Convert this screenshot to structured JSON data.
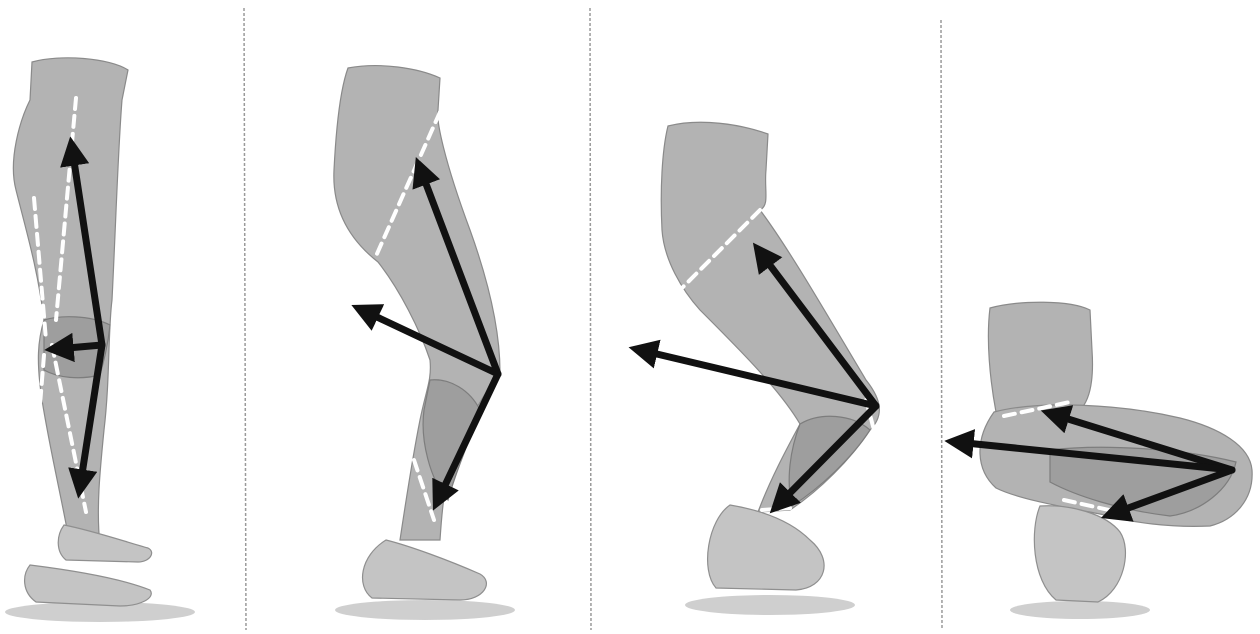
{
  "figure": {
    "panel_count": 4,
    "colors": {
      "background": "#ffffff",
      "leg": "#b3b3b3",
      "force_arrow": "#111111",
      "alignment_guide": "#ffffff",
      "divider": "#9a9a9a"
    },
    "panels": [
      {
        "pose": "standing-straight"
      },
      {
        "pose": "slight-knee-bend"
      },
      {
        "pose": "half-squat"
      },
      {
        "pose": "deep-squat"
      }
    ]
  }
}
